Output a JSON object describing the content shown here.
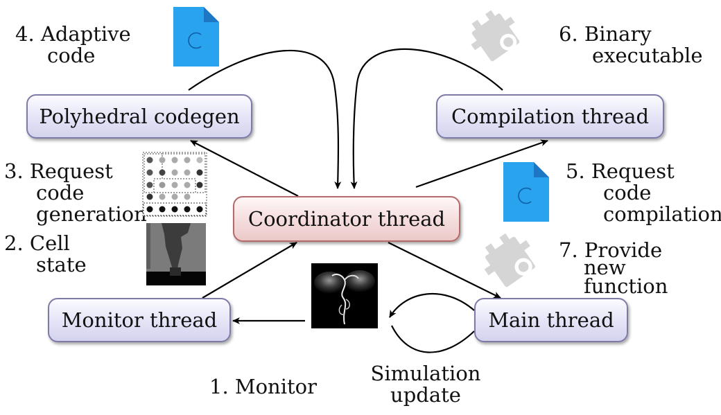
{
  "nodes": {
    "polyhedral": "Polyhedral codegen",
    "compilation": "Compilation thread",
    "coordinator": "Coordinator thread",
    "monitor": "Monitor thread",
    "main": "Main thread"
  },
  "labels": {
    "step1": "1. Monitor",
    "step2_a": "2. Cell",
    "step2_b": "state",
    "step3_a": "3. Request",
    "step3_b": "code",
    "step3_c": "generation",
    "step4_a": "4. Adaptive",
    "step4_b": "code",
    "step5_a": "5. Request",
    "step5_b": "code",
    "step5_c": "compilation",
    "step6_a": "6. Binary",
    "step6_b": "executable",
    "step7_a": "7. Provide",
    "step7_b": "new",
    "step7_c": "function",
    "sim_a": "Simulation",
    "sim_b": "update"
  },
  "icons": {
    "c_file": "c-source-file-icon",
    "binary": "binary-executable-icon",
    "grid": "cell-grid-icon",
    "state": "cell-state-image",
    "smoke": "smoke-simulation-image"
  },
  "colors": {
    "node_border": "#7d7aa8",
    "node_fill": "#e4e3f6",
    "coord_border": "#b46a6a",
    "coord_fill": "#f4dcdc",
    "c_file": "#2aa3ee"
  }
}
